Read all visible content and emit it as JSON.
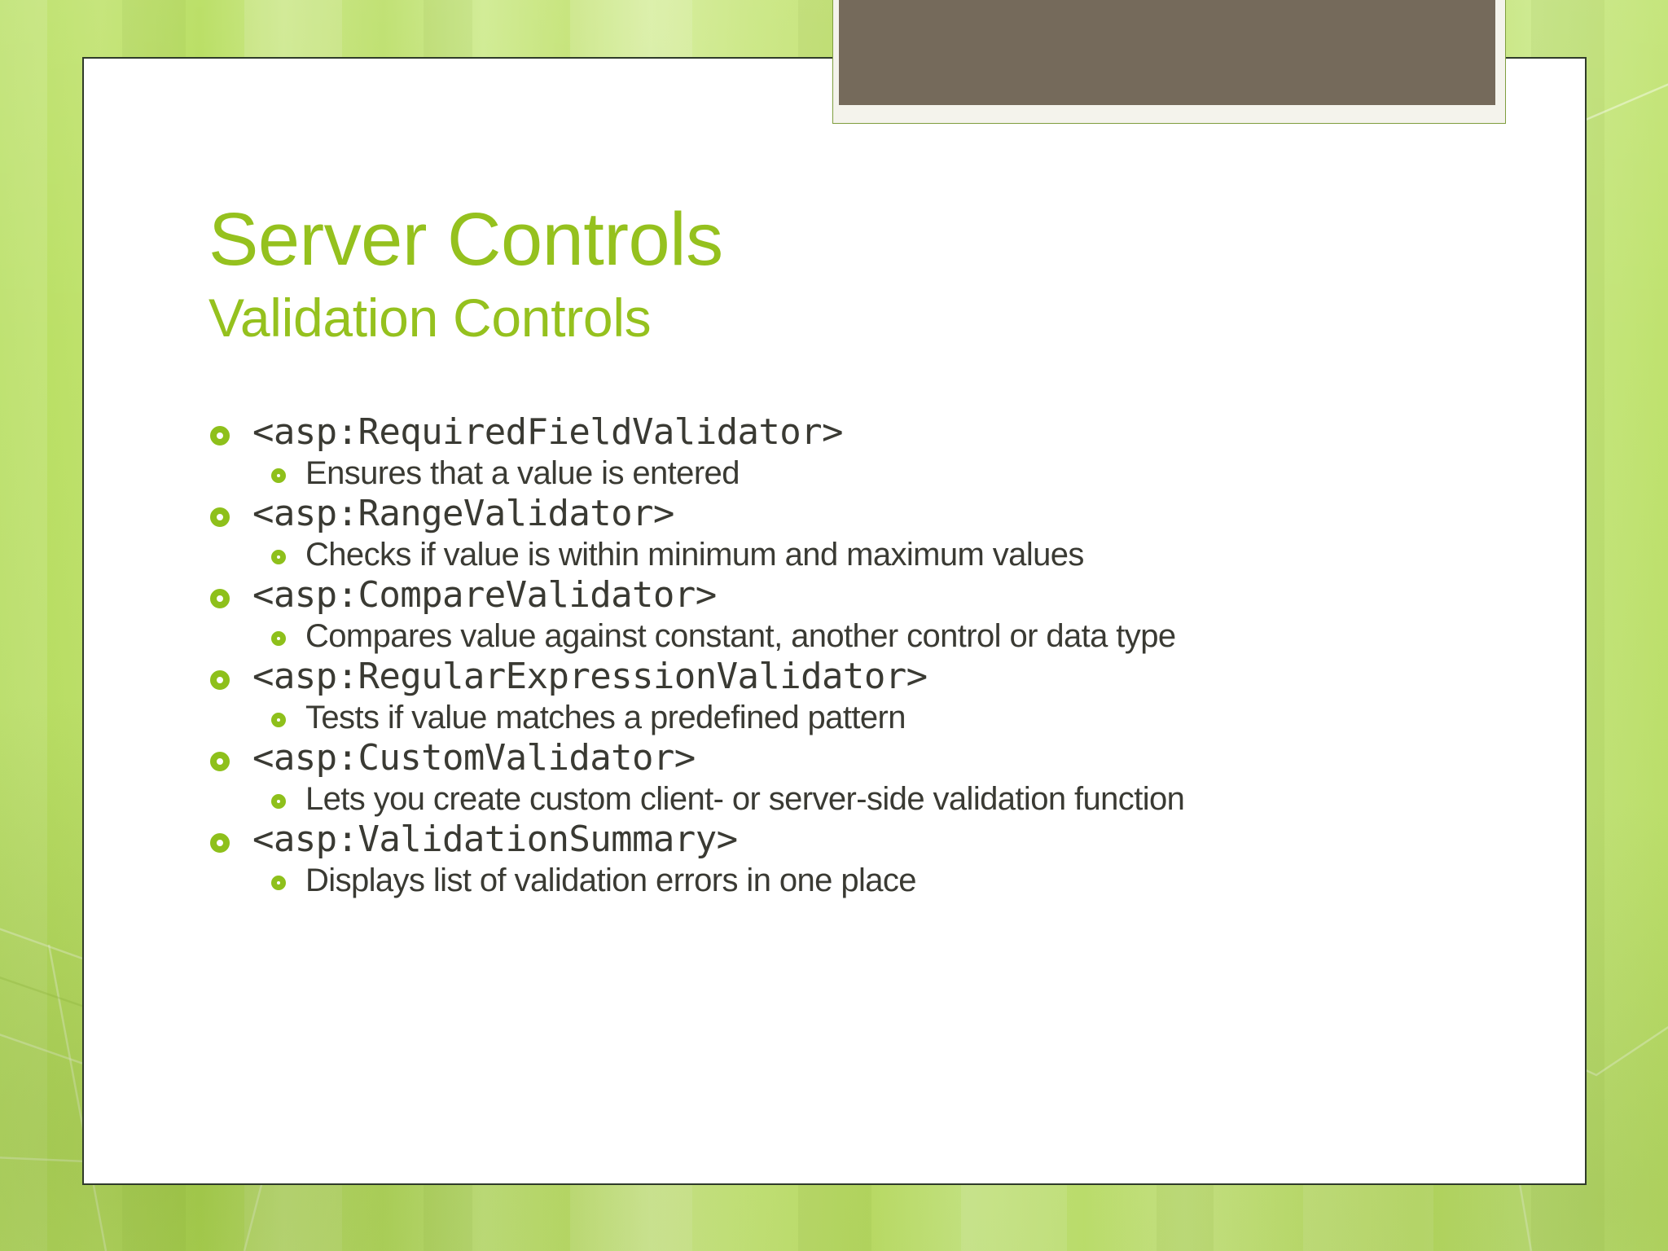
{
  "slide": {
    "theme_colors": {
      "accent_green": "#95c11e",
      "bullet_green": "#8ec01b",
      "text_dark": "#3a3a33",
      "picture_fill": "#756a5b",
      "picture_frame": "#f4f3ec",
      "card_background": "#ffffff",
      "card_border": "#2f3b2a",
      "background_green": "#b9dd6a"
    },
    "title": "Server Controls",
    "subtitle": "Validation Controls",
    "picture_placeholder": "picture-placeholder"
  },
  "content": {
    "items": [
      {
        "tag": "<asp:RequiredFieldValidator>",
        "description": "Ensures that a value is entered"
      },
      {
        "tag": "<asp:RangeValidator>",
        "description": "Checks if value is within minimum and maximum values"
      },
      {
        "tag": "<asp:CompareValidator>",
        "description": "Compares value against constant, another control or data type"
      },
      {
        "tag": "<asp:RegularExpressionValidator>",
        "description": "Tests if value matches a predefined pattern"
      },
      {
        "tag": "<asp:CustomValidator>",
        "description": "Lets you create custom client- or server-side validation function"
      },
      {
        "tag": "<asp:ValidationSummary>",
        "description": "Displays list of validation errors in one place"
      }
    ]
  }
}
